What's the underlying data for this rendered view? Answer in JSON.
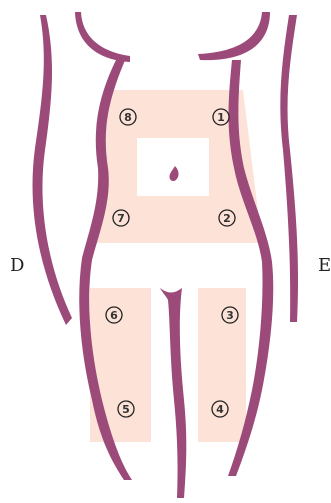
{
  "colors": {
    "silhouette": "#9c4a7a",
    "zone": "#fde3d7",
    "belly_cutout": "#ffffff",
    "badge_stroke": "#222222"
  },
  "labels": {
    "left": "D",
    "right": "E"
  },
  "zones": [
    {
      "id": "zone-1",
      "number": "1"
    },
    {
      "id": "zone-2",
      "number": "2"
    },
    {
      "id": "zone-3",
      "number": "3"
    },
    {
      "id": "zone-4",
      "number": "4"
    },
    {
      "id": "zone-5",
      "number": "5"
    },
    {
      "id": "zone-6",
      "number": "6"
    },
    {
      "id": "zone-7",
      "number": "7"
    },
    {
      "id": "zone-8",
      "number": "8"
    }
  ]
}
